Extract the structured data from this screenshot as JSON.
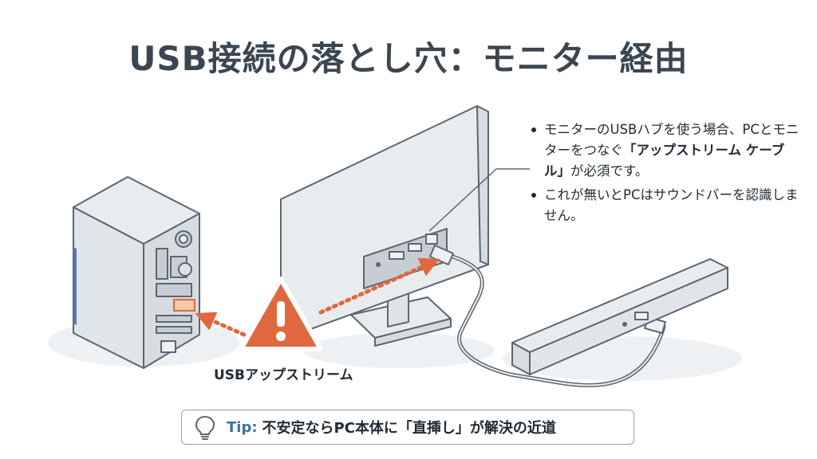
{
  "title": "USB接続の落とし穴：モニター経由",
  "notes": [
    {
      "text_before": "モニターのUSBハブを使う場合、PCとモニターをつなぐ",
      "bold": "「アップストリーム ケーブル」",
      "text_after": "が必須です。"
    },
    {
      "text_before": "これが無いとPCはサウンドバーを認識しません。",
      "bold": "",
      "text_after": ""
    }
  ],
  "upstream_label": "USBアップストリーム",
  "tip": {
    "label": "Tip:",
    "text": "不安定ならPC本体に「直挿し」が解決の近道"
  },
  "colors": {
    "warning": "#e0683f",
    "arrow": "#e0683f",
    "outline": "#5b6670",
    "tip_accent": "#3f6fa3"
  },
  "icons": [
    "warning-icon",
    "lightbulb-icon"
  ]
}
